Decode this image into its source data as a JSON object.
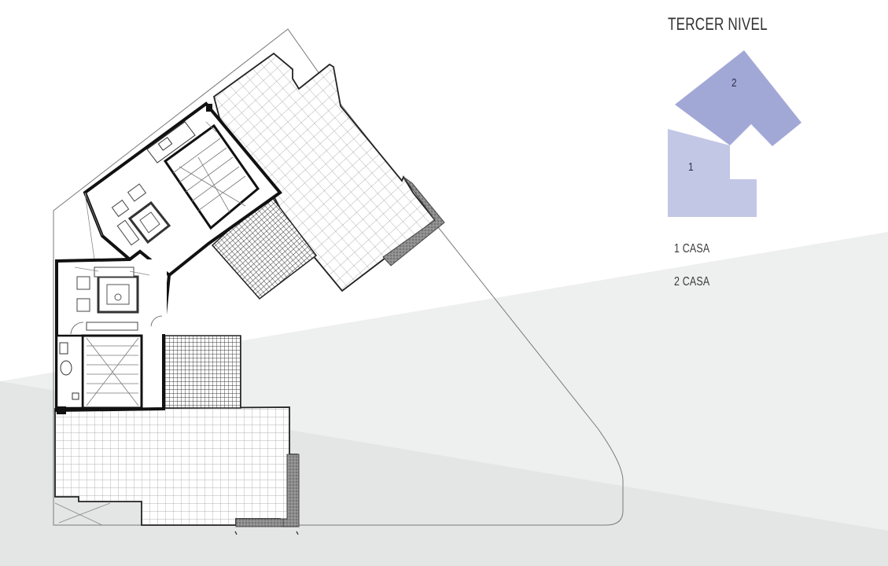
{
  "title": "TERCER NIVEL",
  "key_plan": {
    "units": [
      {
        "number": "2",
        "color": "#a2a8d6"
      },
      {
        "number": "1",
        "color": "#c3c7e6"
      }
    ]
  },
  "legend": {
    "items": [
      {
        "label": "1 CASA"
      },
      {
        "label": "2 CASA"
      }
    ]
  },
  "colors": {
    "background_band": "#e7e8e8",
    "wall": "#1a1a1a",
    "thin_line": "#8a8a8a",
    "terrace_grid": "#9a9a9a",
    "hatch_fill": "#555555"
  }
}
